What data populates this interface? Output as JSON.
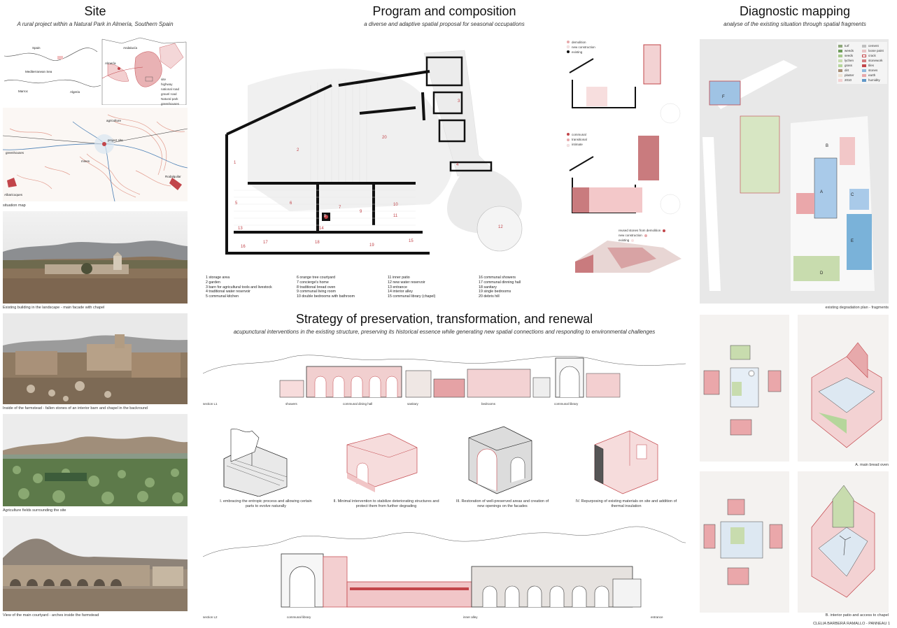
{
  "site": {
    "title": "Site",
    "subtitle": "A rural project within a Natural Park in Almería, Southern Spain",
    "map1_labels": {
      "spain": "Spain",
      "sea": "Mediterranean Sea",
      "marroc": "Marroc",
      "algeria": "Algeria",
      "andalucia": "Andalucía",
      "almeria": "Almería"
    },
    "map1_legend": [
      "site",
      "highway",
      "national road",
      "gravel road",
      "Natural park",
      "greenhouses"
    ],
    "map2_labels": {
      "agriculture": "agriculture",
      "project": "project site",
      "greenhouses": "greenhouses",
      "mines": "mines",
      "rodalquilar": "Rodalquilar",
      "albaricoques": "Albaricoques"
    },
    "captions": [
      "situation map",
      "Existing building in the landscape - main facade with chapel",
      "Inside of the farmstead - fallen stones of an interior barn and chapel in the backround",
      "Agriculture fields surrounding the site",
      "View of the main courtyard - arches inside the farmstead"
    ]
  },
  "program": {
    "title": "Program and composition",
    "subtitle": "a diverse and adaptive spatial proposal for seasonal occupations",
    "legend_top": [
      "demolition",
      "new construction",
      "existing"
    ],
    "legend_mid": [
      "communal",
      "transitional",
      "intimate"
    ],
    "legend_bottom": [
      "reused stones from demolition",
      "new construction",
      "existing"
    ],
    "numbered_items": [
      "1  storage area",
      "2  garden",
      "3  barn for agricultural tools and livestock",
      "4  traditional water reservoir",
      "5  communal kitchen",
      "6  orange tree courtyard",
      "7  concierge's home",
      "8  traditional bread oven",
      "9  communal living room",
      "10  double bedrooms with bathroom",
      "11  inner patio",
      "12  new water reservoir",
      "13  entrance",
      "14  interior alley",
      "15  communal library (chapel)",
      "16  communal showers",
      "17  communal dinning hall",
      "18  sanitary",
      "19  single bedrooms",
      "20  debris hill"
    ],
    "plan_numbers": [
      "1",
      "2",
      "3",
      "4",
      "5",
      "6",
      "7",
      "8",
      "9",
      "10",
      "11",
      "12",
      "13",
      "14",
      "15",
      "16",
      "17",
      "18",
      "19",
      "20"
    ]
  },
  "strategy": {
    "title": "Strategy of preservation, transformation, and renewal",
    "subtitle": "acupunctural interventions in the existing structure, preserving its historical essence while generating new spatial connections and responding to environmental challenges",
    "section1_labels": [
      "section L1",
      "showers",
      "communal dining hall",
      "sanitary",
      "bedrooms",
      "communal library"
    ],
    "section2_labels": [
      "section L2",
      "communal library",
      "inner alley",
      "entrance"
    ],
    "stages": [
      "I. embracing  the entropic process and allowing certain parts to evolve naturally",
      "II. Minimal intervention to stabilize deteriorating structures and protect them from further degrading",
      "III. Restoration of well-preserved areas and creation of new openings on the facades",
      "IV. Repurposing of existing materials on site and addition of thermal insulation"
    ]
  },
  "diagnostic": {
    "title": "Diagnostic mapping",
    "subtitle": "analyse of the existing situation through spatial fragments",
    "legend_left": [
      "turf",
      "weeds",
      "seeds",
      "lychen",
      "grass",
      "dirt",
      "plaster",
      "2010"
    ],
    "legend_right": [
      "cement",
      "loose paint",
      "crack",
      "stonework",
      "tiles",
      "stones",
      "earth",
      "humidity"
    ],
    "plan_caption": "existing degradation plan - fragments",
    "fragment_letters": [
      "A",
      "B",
      "C",
      "D",
      "E",
      "F"
    ],
    "caption_a": "A. main bread oven",
    "caption_b": "B. interior patio and access to chapel",
    "credit": "CLELIA BARBERÁ RAMALLO - PANNEAU 1"
  },
  "colors": {
    "accent_red": "#c2454a",
    "pink": "#e7a9ab",
    "green": "#a9c98a",
    "blue": "#7ab2d9"
  }
}
